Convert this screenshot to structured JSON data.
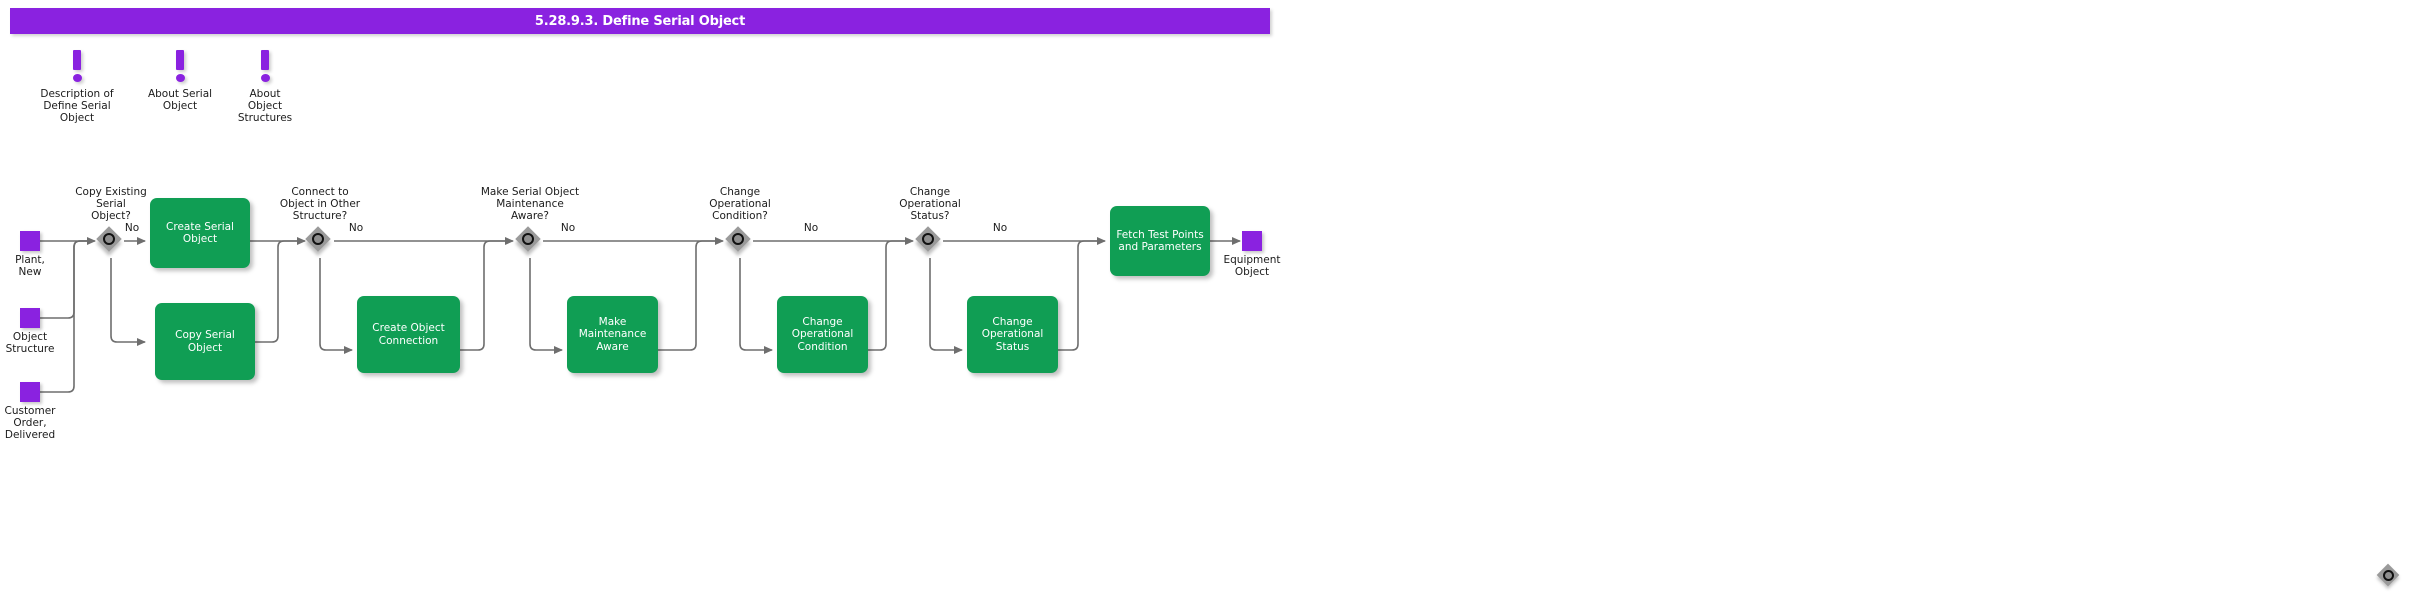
{
  "title": "5.28.9.3. Define Serial Object",
  "colors": {
    "header": "#8a22e0",
    "entity": "#8a22e0",
    "process": "#109e54",
    "decision": "#9a9a9a",
    "wire": "#6e6e6e",
    "text": "#1b1b1b",
    "process_text": "#ffffff"
  },
  "notes": [
    {
      "id": "note-description-of-define-serial-object",
      "label": "Description of\nDefine Serial\nObject",
      "icon": "exclamation-icon"
    },
    {
      "id": "note-about-serial-object",
      "label": "About Serial\nObject",
      "icon": "exclamation-icon"
    },
    {
      "id": "note-about-object-structures",
      "label": "About\nObject\nStructures",
      "icon": "exclamation-icon"
    }
  ],
  "entities": [
    {
      "id": "entity-plant-new",
      "label": "Plant,\nNew",
      "icon": "entity-square-icon"
    },
    {
      "id": "entity-object-structure",
      "label": "Object\nStructure",
      "icon": "entity-square-icon"
    },
    {
      "id": "entity-customer-order-delivered",
      "label": "Customer\nOrder,\nDelivered",
      "icon": "entity-square-icon"
    },
    {
      "id": "entity-equipment-object",
      "label": "Equipment\nObject",
      "icon": "entity-square-icon"
    }
  ],
  "decisions": [
    {
      "id": "decision-copy-existing-serial-object",
      "label": "Copy Existing\nSerial\nObject?",
      "no_label": "No"
    },
    {
      "id": "decision-connect-to-object-in-other-structure",
      "label": "Connect to\nObject in Other\nStructure?",
      "no_label": "No"
    },
    {
      "id": "decision-make-serial-object-maintenance-aware",
      "label": "Make Serial Object\nMaintenance\nAware?",
      "no_label": "No"
    },
    {
      "id": "decision-change-operational-condition",
      "label": "Change\nOperational\nCondition?",
      "no_label": "No"
    },
    {
      "id": "decision-change-operational-status",
      "label": "Change\nOperational\nStatus?",
      "no_label": "No"
    }
  ],
  "processes": [
    {
      "id": "process-create-serial-object",
      "label": "Create Serial\nObject"
    },
    {
      "id": "process-copy-serial-object",
      "label": "Copy Serial\nObject"
    },
    {
      "id": "process-create-object-connection",
      "label": "Create Object\nConnection"
    },
    {
      "id": "process-make-maintenance-aware",
      "label": "Make\nMaintenance\nAware"
    },
    {
      "id": "process-change-operational-condition",
      "label": "Change\nOperational\nCondition"
    },
    {
      "id": "process-change-operational-status",
      "label": "Change\nOperational\nStatus"
    },
    {
      "id": "process-fetch-test-points-and-parameters",
      "label": "Fetch Test Points\nand Parameters"
    }
  ],
  "legend": {
    "id": "legend-decision-icon",
    "icon": "decision-diamond-icon"
  }
}
